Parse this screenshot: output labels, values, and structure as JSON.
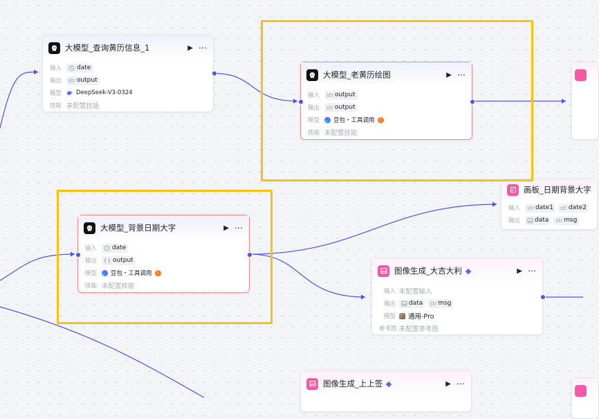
{
  "labels": {
    "input": "输入",
    "output": "输出",
    "model": "模型",
    "skill": "技能",
    "reference": "参考图"
  },
  "type_tags": {
    "str": "str"
  },
  "nodes": {
    "huangli_query": {
      "title": "大模型_查询黄历信息_1",
      "input": "date",
      "output": "output",
      "model": "DeepSeek-V3-0324",
      "skill": "未配置技能"
    },
    "huangli_draw": {
      "title": "大模型_老黄历绘图",
      "input": "output",
      "output": "output",
      "model": "豆包・工具调用",
      "skill": "未配置技能"
    },
    "canvas_date": {
      "title": "画板_日期背景大字",
      "inputs": [
        "date1",
        "date2"
      ],
      "outputs": [
        "data",
        "msg"
      ]
    },
    "bg_date": {
      "title": "大模型_背景日期大字",
      "input": "date",
      "output": "output",
      "model": "豆包・工具调用",
      "skill": "未配置技能"
    },
    "img_daji": {
      "title": "图像生成_大吉大利",
      "input": "未配置输入",
      "outputs": [
        "data",
        "msg"
      ],
      "model": "通用-Pro",
      "reference": "未配置参考图"
    },
    "img_shang": {
      "title": "图像生成_上上签"
    }
  },
  "colors": {
    "edge": "#4d53e8",
    "highlight": "#fcc00f",
    "selected_border": "#f08a8a",
    "warning": "#f77b1c",
    "image_icon": "#f25aa5"
  },
  "icons": {
    "run": "▶",
    "more": "⋯",
    "warning": "!"
  }
}
